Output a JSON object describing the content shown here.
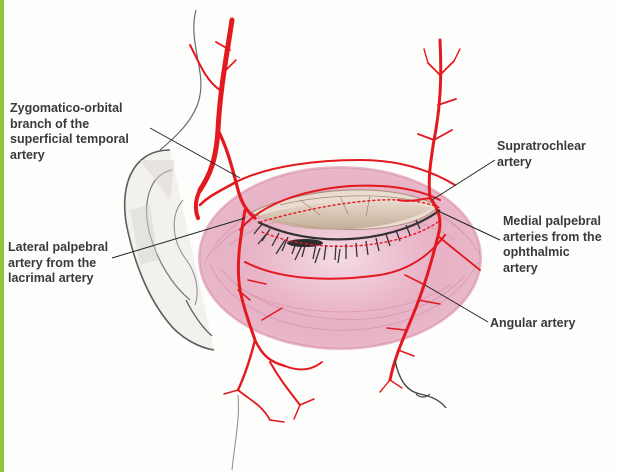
{
  "labels": {
    "zygomatico": [
      "Zygomatico-orbital",
      "branch of the",
      "superficial temporal",
      "artery"
    ],
    "lateral": [
      "Lateral palpebral",
      "artery from the",
      "lacrimal artery"
    ],
    "supratrochlear": [
      "Supratrochlear",
      "artery"
    ],
    "medial": [
      "Medial palpebral",
      "arteries from the",
      "ophthalmic",
      "artery"
    ],
    "angular": [
      "Angular artery"
    ]
  },
  "colors": {
    "artery": "#e3191f",
    "muscle": "#d77a9a",
    "skin_line": "#555555",
    "accent_bar": "#8dc63f"
  }
}
